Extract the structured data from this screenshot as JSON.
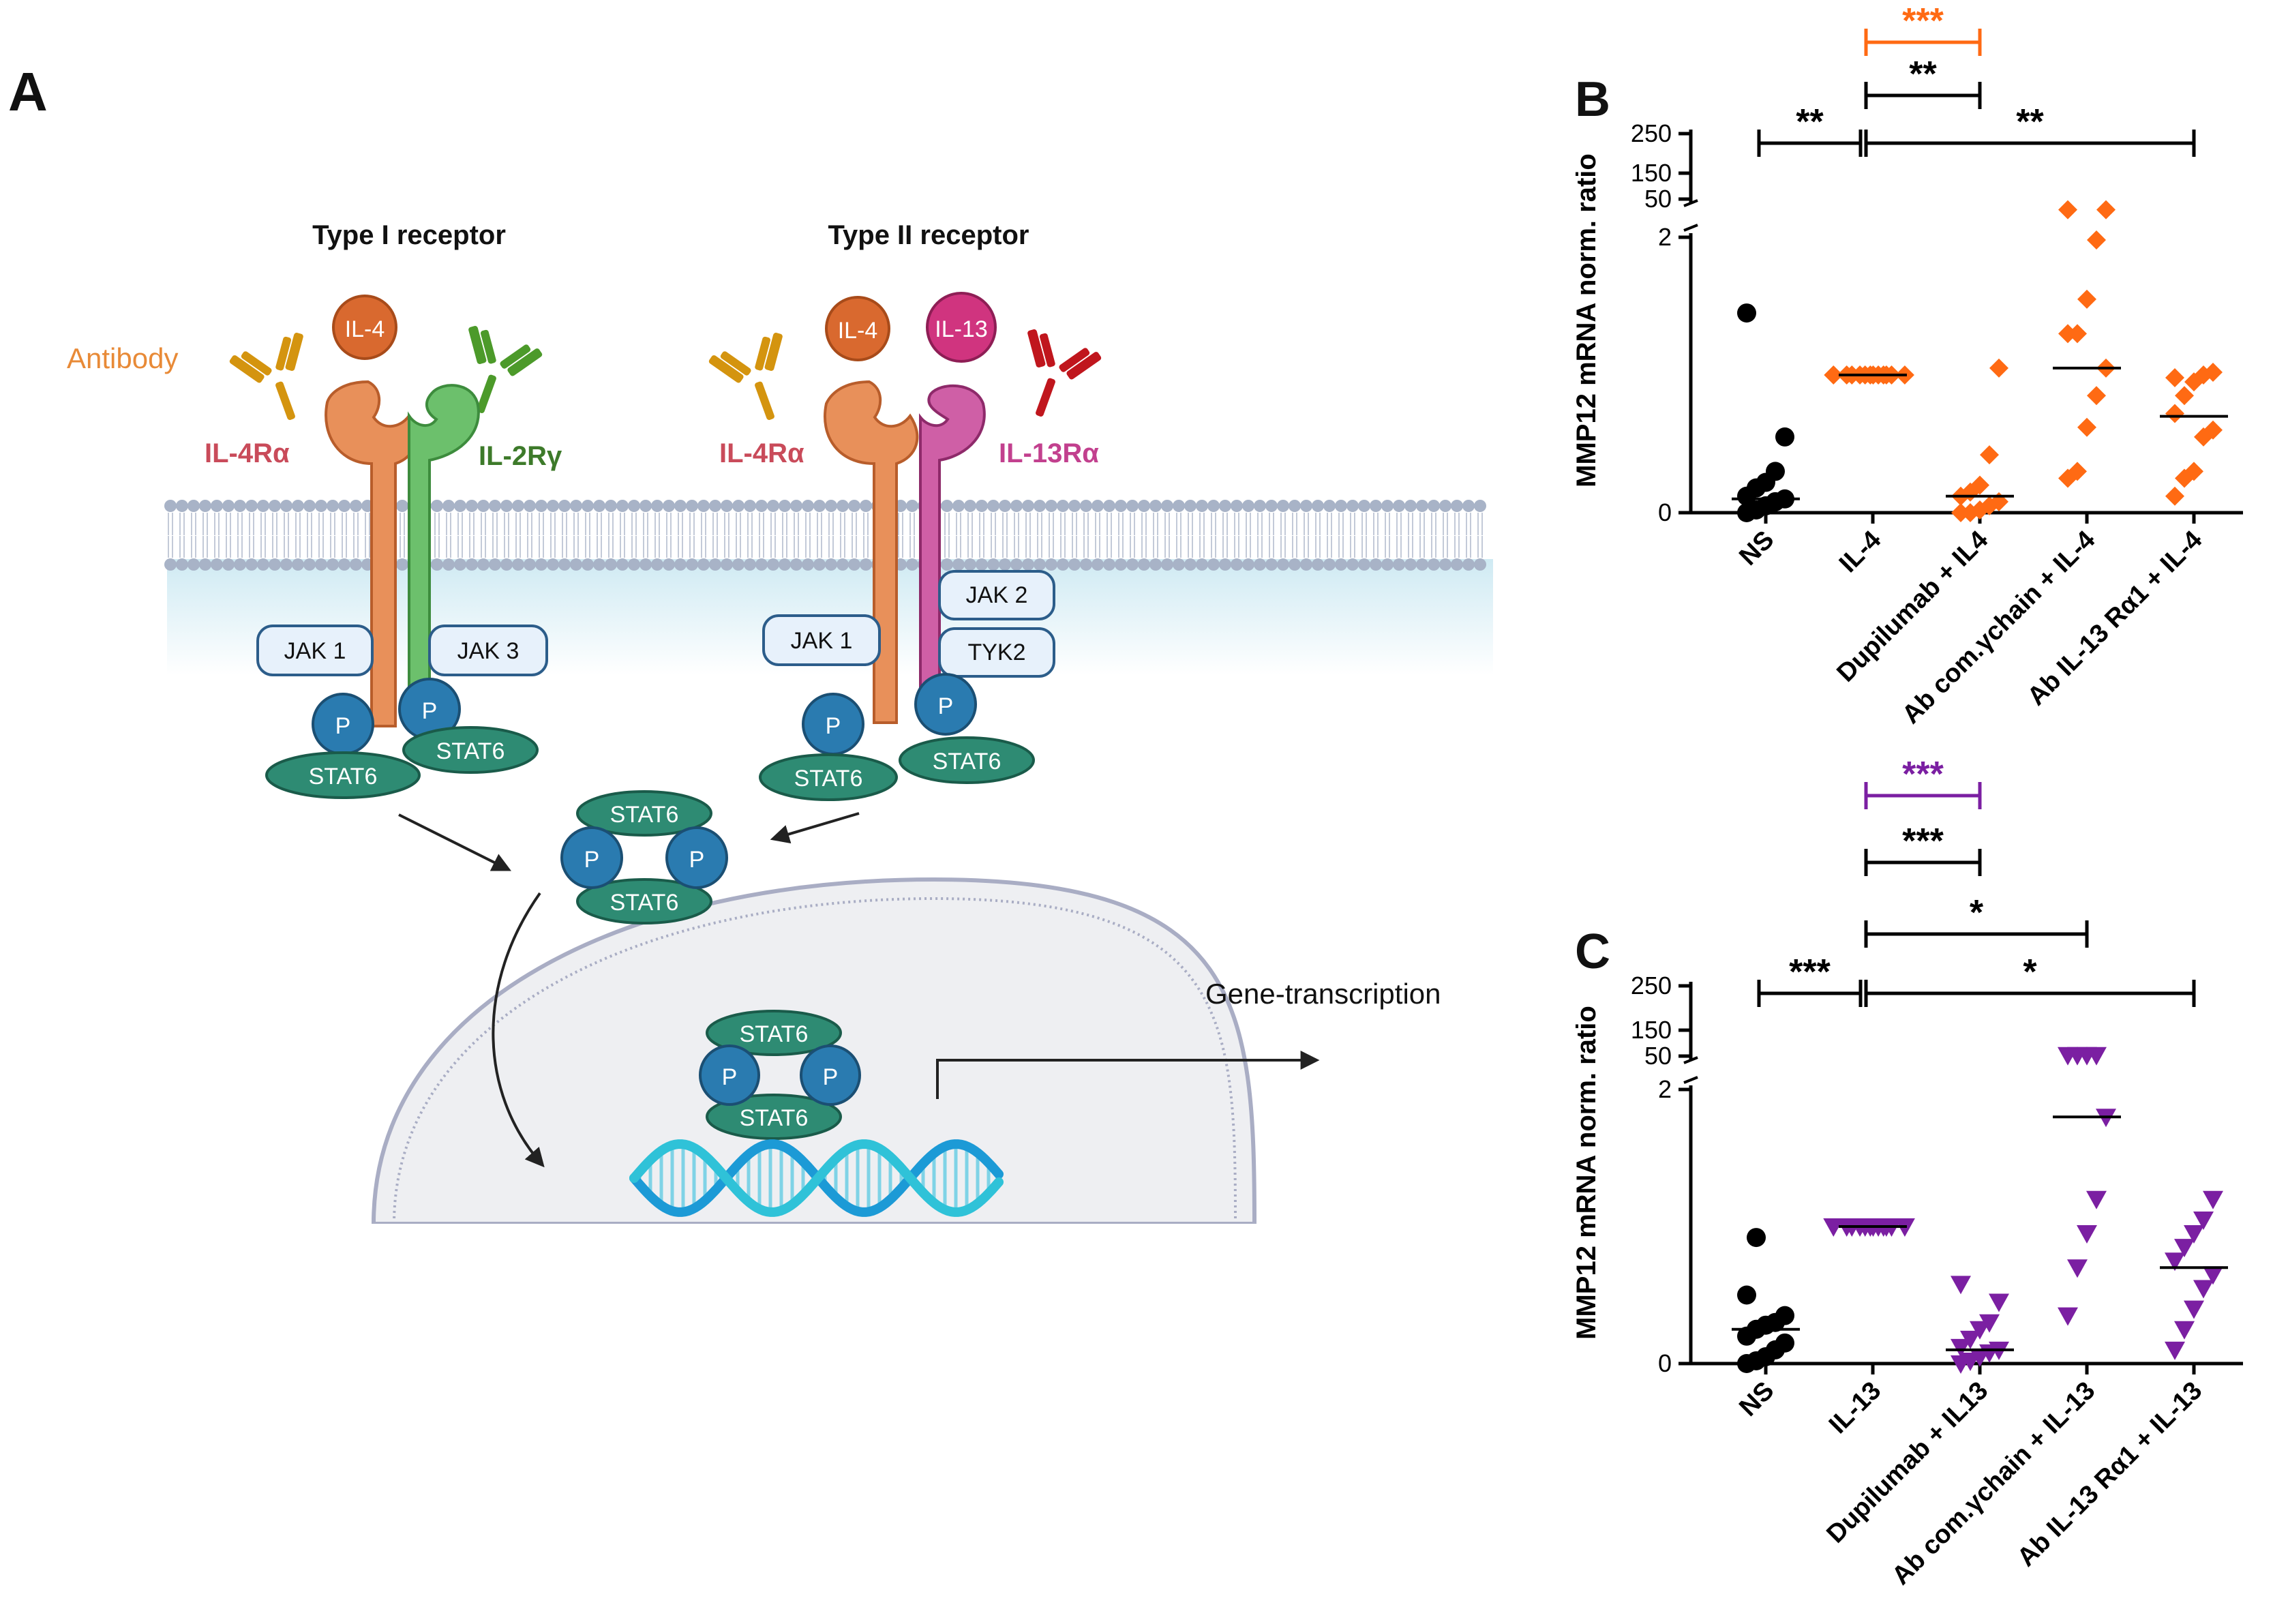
{
  "panel_a": {
    "letter": "A",
    "type1_title": "Type I receptor",
    "type2_title": "Type II receptor",
    "antibody_label": "Antibody",
    "il4_label": "IL-4",
    "il13_label": "IL-13",
    "il4ra_label": "IL-4Rα",
    "il2rg_label": "IL-2Rγ",
    "il13ra_label": "IL-13Rα",
    "jak1_label": "JAK 1",
    "jak3_label": "JAK 3",
    "jak2_label": "JAK 2",
    "tyk2_label": "TYK2",
    "p_label": "P",
    "stat6_label": "STAT6",
    "gene_label": "Gene-transcription",
    "colors": {
      "il4": "#d9692f",
      "il13": "#d0347f",
      "il4ra": "#e8905a",
      "il2rg": "#5cb85c",
      "il13ra": "#cf5fa6",
      "stat6": "#2e8b73",
      "p": "#2a7bb0",
      "antibody_left": "#d4940f",
      "antibody_green": "#4c9a2a",
      "antibody_red": "#c0161d"
    }
  },
  "chart_data": [
    {
      "panel": "B",
      "type": "scatter",
      "ylabel": "MMP12 mRNA norm. ratio",
      "categories": [
        "NS",
        "IL-4",
        "Dupilumab + IL4",
        "Ab com.γchain + IL-4",
        "Ab IL-13 Rα1 + IL-4"
      ],
      "yticks_low": [
        "0",
        "2"
      ],
      "yticks_high": [
        "50",
        "150",
        "250"
      ],
      "ylim": [
        0,
        2
      ],
      "marker_color": "#ff6a13",
      "series": [
        {
          "category": "NS",
          "marker": "circle",
          "color": "#000000",
          "values": [
            0.0,
            0.02,
            0.05,
            0.08,
            0.1,
            0.12,
            0.18,
            0.22,
            0.3,
            0.55,
            1.45
          ],
          "median": 0.1
        },
        {
          "category": "IL-4",
          "marker": "diamond",
          "color": "#ff6a13",
          "values": [
            1,
            1,
            1,
            1,
            1,
            1,
            1,
            1,
            1,
            1,
            1,
            1
          ],
          "median": 1.0
        },
        {
          "category": "Dupilumab + IL4",
          "marker": "diamond",
          "color": "#ff6a13",
          "values": [
            0.0,
            0.0,
            0.02,
            0.05,
            0.08,
            0.12,
            0.15,
            0.2,
            0.42,
            1.05
          ],
          "median": 0.12
        },
        {
          "category": "Ab com.γchain + IL-4",
          "marker": "diamond",
          "color": "#ff6a13",
          "values": [
            0.25,
            0.3,
            0.62,
            0.85,
            1.05,
            1.3,
            1.3,
            1.55,
            1.98,
            2.2,
            2.2
          ],
          "median": 1.05
        },
        {
          "category": "Ab IL-13 Rα1 + IL-4",
          "marker": "diamond",
          "color": "#ff6a13",
          "values": [
            0.12,
            0.25,
            0.3,
            0.55,
            0.6,
            0.72,
            0.85,
            0.95,
            1.0,
            1.02,
            0.98
          ],
          "median": 0.7
        }
      ],
      "significance": [
        {
          "from": "NS",
          "to": "IL-4",
          "label": "**",
          "color": "#000000"
        },
        {
          "from": "IL-4",
          "to": "Ab IL-13 Rα1 + IL-4",
          "label": "**",
          "color": "#000000"
        },
        {
          "from": "IL-4",
          "to": "Dupilumab + IL4",
          "label": "**",
          "color": "#000000"
        },
        {
          "from": "IL-4",
          "to": "Dupilumab + IL4",
          "label": "***",
          "color": "#ff6a13"
        }
      ]
    },
    {
      "panel": "C",
      "type": "scatter",
      "ylabel": "MMP12 mRNA norm. ratio",
      "categories": [
        "NS",
        "IL-13",
        "Dupilumab + IL13",
        "Ab com.γchain + IL-13",
        "Ab IL-13 Rα1 + IL-13"
      ],
      "yticks_low": [
        "0",
        "2"
      ],
      "yticks_high": [
        "50",
        "150",
        "250"
      ],
      "ylim": [
        0,
        2
      ],
      "marker_color": "#7b1fa2",
      "series": [
        {
          "category": "NS",
          "marker": "circle",
          "color": "#000000",
          "values": [
            0.0,
            0.02,
            0.05,
            0.1,
            0.15,
            0.2,
            0.25,
            0.28,
            0.3,
            0.35,
            0.5,
            0.92
          ],
          "median": 0.25
        },
        {
          "category": "IL-13",
          "marker": "triangle",
          "color": "#7b1fa2",
          "values": [
            1,
            1,
            1,
            1,
            1,
            1,
            1,
            1,
            1,
            1,
            1,
            1
          ],
          "median": 1.0
        },
        {
          "category": "Dupilumab + IL13",
          "marker": "triangle",
          "color": "#7b1fa2",
          "values": [
            0.0,
            0.02,
            0.05,
            0.08,
            0.1,
            0.12,
            0.18,
            0.25,
            0.3,
            0.45,
            0.58
          ],
          "median": 0.1
        },
        {
          "category": "Ab com.γchain + IL-13",
          "marker": "triangle",
          "color": "#7b1fa2",
          "values": [
            0.35,
            0.7,
            0.95,
            1.2,
            1.8,
            2.25,
            2.25,
            2.25,
            2.25
          ],
          "median": 1.8
        },
        {
          "category": "Ab IL-13 Rα1 + IL-13",
          "marker": "triangle",
          "color": "#7b1fa2",
          "values": [
            0.1,
            0.25,
            0.4,
            0.55,
            0.65,
            0.75,
            0.85,
            0.95,
            1.05,
            1.2
          ],
          "median": 0.7
        }
      ],
      "significance": [
        {
          "from": "NS",
          "to": "IL-13",
          "label": "***",
          "color": "#000000"
        },
        {
          "from": "IL-13",
          "to": "Ab IL-13 Rα1 + IL-13",
          "label": "*",
          "color": "#000000"
        },
        {
          "from": "IL-13",
          "to": "Ab com.γchain + IL-13",
          "label": "*",
          "color": "#000000"
        },
        {
          "from": "IL-13",
          "to": "Dupilumab + IL13",
          "label": "***",
          "color": "#000000"
        },
        {
          "from": "IL-13",
          "to": "Dupilumab + IL13",
          "label": "***",
          "color": "#7b1fa2"
        }
      ]
    }
  ]
}
